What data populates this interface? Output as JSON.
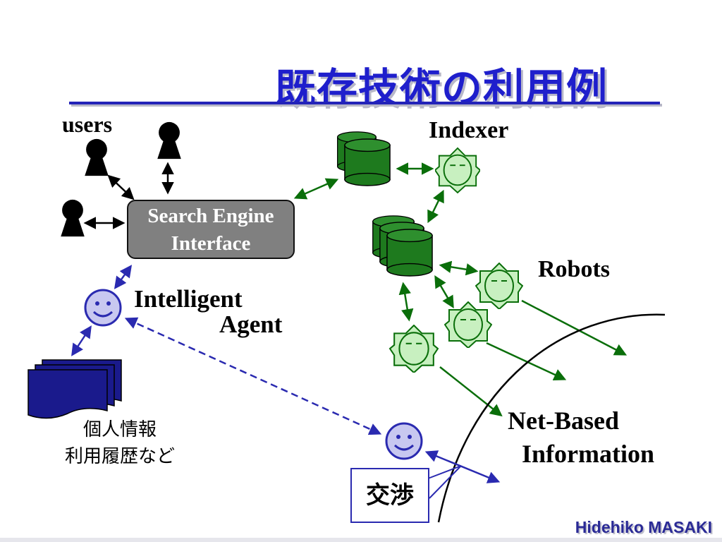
{
  "slide": {
    "title": "既存技術の利用例",
    "author": "Hidehiko MASAKI"
  },
  "labels": {
    "users": "users",
    "search_engine_line1": "Search Engine",
    "search_engine_line2": "Interface",
    "indexer": "Indexer",
    "robots": "Robots",
    "intelligent": "Intelligent",
    "agent": "Agent",
    "personal_info_line1": "個人情報",
    "personal_info_line2": "利用履歴など",
    "net_based": "Net-Based",
    "information": "Information",
    "negotiation": "交渉"
  },
  "colors": {
    "title": "#1f1fcc",
    "arrow_green": "#0a6e0a",
    "arrow_blue": "#2a2ab0",
    "agent_face": "#c8c8f0",
    "robot_fill": "#c8f0c0",
    "database_fill": "#1e7a1e",
    "document_fill": "#1a1a8c"
  },
  "icons": [
    "user-icon",
    "database-icon",
    "robot-icon",
    "smiley-agent-icon",
    "document-stack-icon"
  ]
}
